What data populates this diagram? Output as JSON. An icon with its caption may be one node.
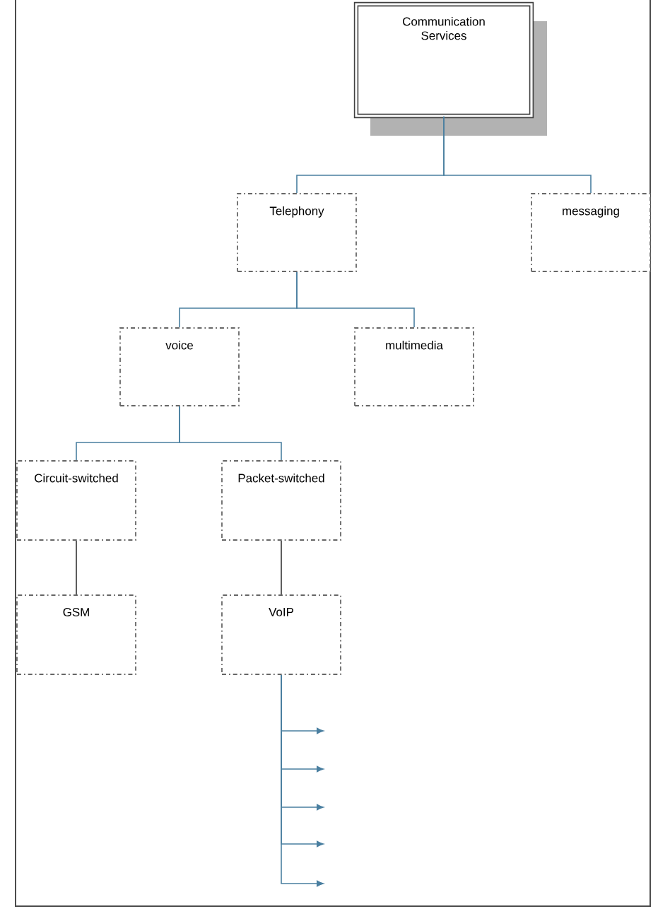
{
  "diagram": {
    "nodes": [
      {
        "text": [
          "Communication Services"
        ]
      },
      {
        "text": [
          "Telephony"
        ]
      },
      {
        "text": [
          "messaging"
        ]
      },
      {
        "text": [
          "voice"
        ]
      },
      {
        "text": [
          "multimedia"
        ]
      },
      {
        "text": [
          "Circuit-switched"
        ]
      },
      {
        "text": [
          "Packet-switched"
        ]
      },
      {
        "text": [
          "GSM"
        ]
      },
      {
        "text": [
          "VoIP"
        ]
      }
    ],
    "edges": [
      {
        "from": 0,
        "to": 1,
        "arrow": "none"
      },
      {
        "from": 0,
        "to": 2,
        "arrow": "none"
      },
      {
        "from": 1,
        "to": 3,
        "arrow": "none"
      },
      {
        "from": 1,
        "to": 4,
        "arrow": "none"
      },
      {
        "from": 3,
        "to": 5,
        "arrow": "none"
      },
      {
        "from": 3,
        "to": 6,
        "arrow": "none"
      },
      {
        "from": 5,
        "to": 7,
        "arrow": "none",
        "color": "#333333"
      },
      {
        "from": 6,
        "to": 8,
        "arrow": "none",
        "color": "#333333"
      },
      {
        "from": 8,
        "to": null,
        "arrow": "to"
      },
      {
        "from": 8,
        "to": null,
        "arrow": "to"
      },
      {
        "from": 8,
        "to": null,
        "arrow": "to"
      },
      {
        "from": 8,
        "to": null,
        "arrow": "to"
      },
      {
        "from": 8,
        "to": null,
        "arrow": "to"
      }
    ]
  }
}
